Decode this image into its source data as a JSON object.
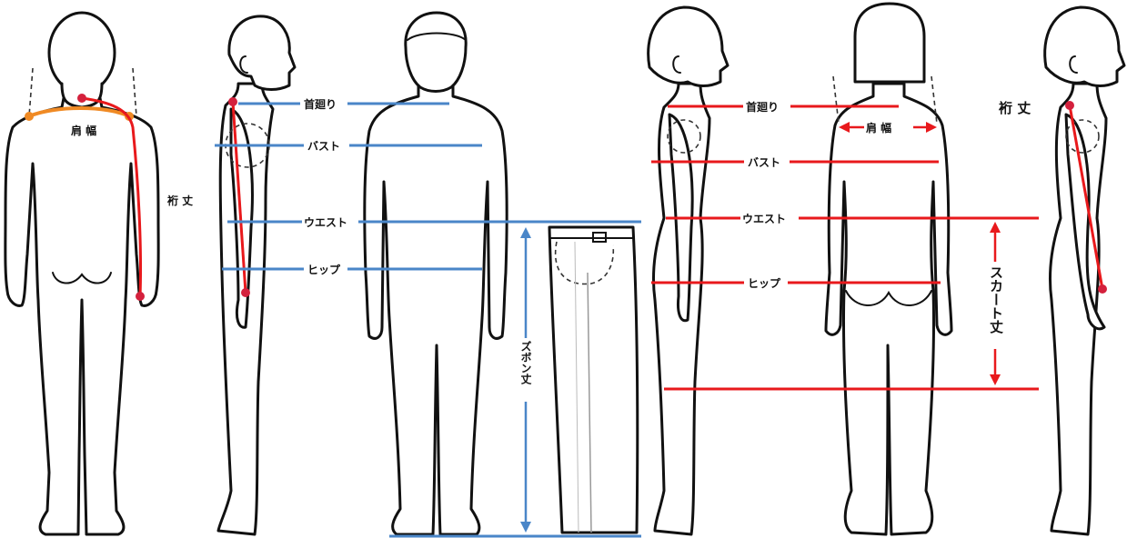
{
  "labels": {
    "shoulder_width": "肩 幅",
    "sleeve_length": "裄 丈",
    "neck": "首廻り",
    "bust": "バスト",
    "waist": "ウエスト",
    "hip": "ヒップ",
    "trouser_length": "ズボン丈",
    "skirt_length": "スカート丈"
  },
  "colors": {
    "male_line": "#4a86c8",
    "female_line": "#e8191c",
    "shoulder_orange": "#f08a24",
    "sleeve_marker": "#d4213d",
    "outline": "#111111"
  }
}
